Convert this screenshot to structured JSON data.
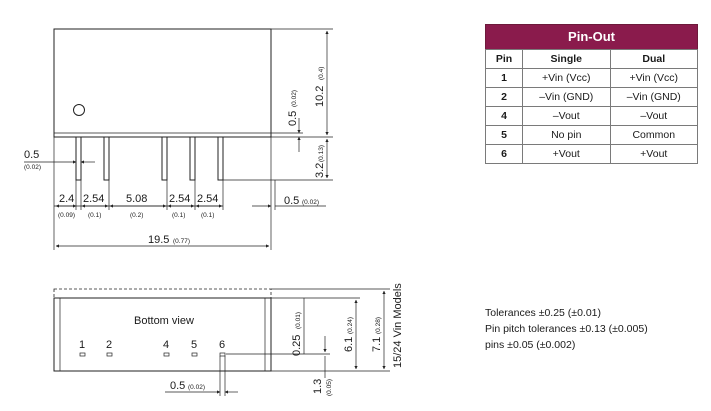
{
  "pinout": {
    "title": "Pin-Out",
    "headers": [
      "Pin",
      "Single",
      "Dual"
    ],
    "rows": [
      [
        "1",
        "+Vin (Vcc)",
        "+Vin (Vcc)"
      ],
      [
        "2",
        "–Vin (GND)",
        "–Vin (GND)"
      ],
      [
        "4",
        "–Vout",
        "–Vout"
      ],
      [
        "5",
        "No pin",
        "Common"
      ],
      [
        "6",
        "+Vout",
        "+Vout"
      ]
    ]
  },
  "front_view": {
    "height": {
      "value": "10.2",
      "inch": "(0.4)"
    },
    "standoff": {
      "value": "0.5",
      "inch": "(0.02)"
    },
    "pin_length": {
      "value": "3.2",
      "inch": "(0.13)"
    },
    "pin_width": {
      "value": "0.5",
      "inch": "(0.02)"
    },
    "spacing": [
      {
        "value": "2.4",
        "inch": "(0.09)"
      },
      {
        "value": "2.54",
        "inch": "(0.1)"
      },
      {
        "value": "5.08",
        "inch": "(0.2)"
      },
      {
        "value": "2.54",
        "inch": "(0.1)"
      },
      {
        "value": "2.54",
        "inch": "(0.1)"
      }
    ],
    "end_offset": {
      "value": "0.5",
      "inch": "(0.02)"
    },
    "total_width": {
      "value": "19.5",
      "inch": "(0.77)"
    }
  },
  "bottom_view": {
    "label": "Bottom view",
    "pin_numbers": [
      "1",
      "2",
      "4",
      "5",
      "6"
    ],
    "pin_offset": {
      "value": "0.25",
      "inch": "(0.01)"
    },
    "pin_row": {
      "value": "6.1",
      "inch": "(0.24)"
    },
    "depth": {
      "value": "7.1",
      "inch": "(0.28)"
    },
    "depth_note": "15/24 Vin Models",
    "pin_size": {
      "value": "0.5",
      "inch": "(0.02)"
    },
    "pin_protrusion": {
      "value": "1.3",
      "inch": "(0.05)"
    }
  },
  "notes": [
    "Tolerances  ±0.25 (±0.01)",
    "Pin pitch tolerances ±0.13 (±0.005)",
    "pins ±0.05 (±0.002)"
  ]
}
